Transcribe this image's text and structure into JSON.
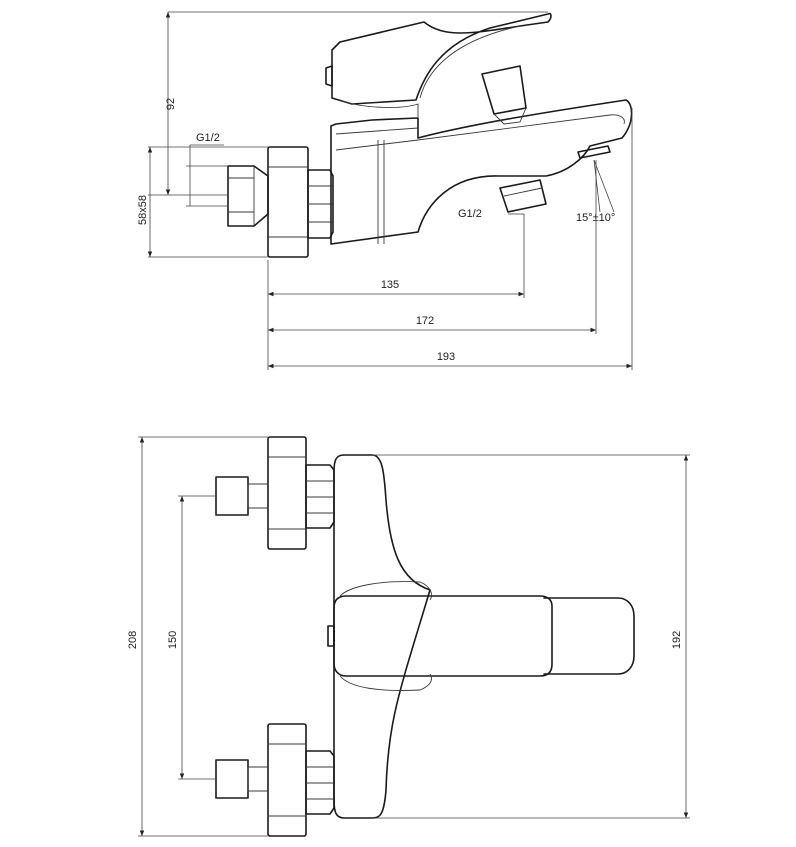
{
  "side_view": {
    "dims": {
      "height_92": "92",
      "thread_inlet": "G1/2",
      "cover_58x58": "58x58",
      "thread_outlet": "G1/2",
      "angle": "15°±10°",
      "len_135": "135",
      "len_172": "172",
      "len_193": "193"
    }
  },
  "front_view": {
    "dims": {
      "height_208": "208",
      "spacing_150": "150",
      "height_192": "192"
    }
  }
}
